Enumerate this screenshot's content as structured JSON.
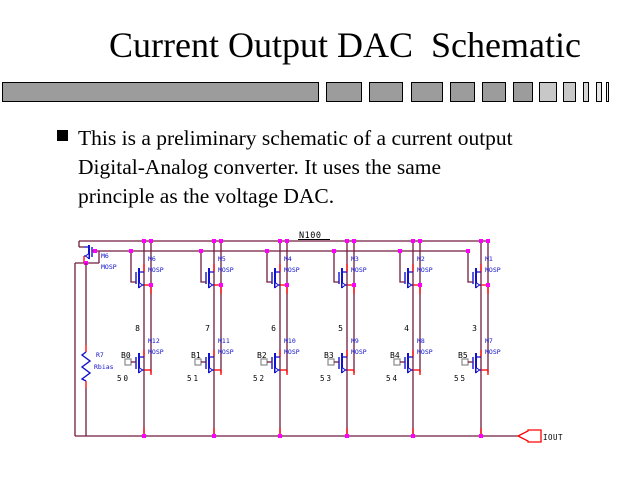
{
  "title": "Current Output DAC  Schematic",
  "bullet": {
    "lines": [
      "This is a preliminary schematic of a current output",
      "Digital-Analog converter. It uses the same",
      "principle as the voltage DAC."
    ]
  },
  "decor": {
    "colors": [
      "#9C9C9C",
      "#9C9C9C",
      "#9C9C9C",
      "#9C9C9C",
      "#9C9C9C",
      "#9C9C9C",
      "#9C9C9C",
      "#C8C8C8",
      "#C8C8C8",
      "#D6D6D6",
      "#E6E6E6",
      "#F2F2F2"
    ]
  },
  "schematic": {
    "power_net_label": "N100",
    "output_port_label": "IOUT",
    "reference": {
      "name": "M6",
      "type": "MOSP"
    },
    "resistor": {
      "name": "R7",
      "value": "Rbias"
    },
    "stages": [
      {
        "net": "8",
        "top_name": "M6",
        "top_type": "MOSP",
        "sw_name": "M12",
        "sw_type": "MOSP",
        "bit": "B0",
        "out_net": "50"
      },
      {
        "net": "7",
        "top_name": "M5",
        "top_type": "MOSP",
        "sw_name": "M11",
        "sw_type": "MOSP",
        "bit": "B1",
        "out_net": "51"
      },
      {
        "net": "6",
        "top_name": "M4",
        "top_type": "MOSP",
        "sw_name": "M10",
        "sw_type": "MOSP",
        "bit": "B2",
        "out_net": "52"
      },
      {
        "net": "5",
        "top_name": "M3",
        "top_type": "MOSP",
        "sw_name": "M9",
        "sw_type": "MOSP",
        "bit": "B3",
        "out_net": "53"
      },
      {
        "net": "4",
        "top_name": "M2",
        "top_type": "MOSP",
        "sw_name": "M8",
        "sw_type": "MOSP",
        "bit": "B4",
        "out_net": "54"
      },
      {
        "net": "3",
        "top_name": "M1",
        "top_type": "MOSP",
        "sw_name": "M7",
        "sw_type": "MOSP",
        "bit": "B5",
        "out_net": "55"
      }
    ],
    "colors": {
      "wire": "#701C3E",
      "device": "#1212CC",
      "terminal": "#FF0000",
      "junction": "#FF00FF",
      "port": "#8A8A8A",
      "label_blue": "#1212CC",
      "label_black": "#000000"
    }
  }
}
